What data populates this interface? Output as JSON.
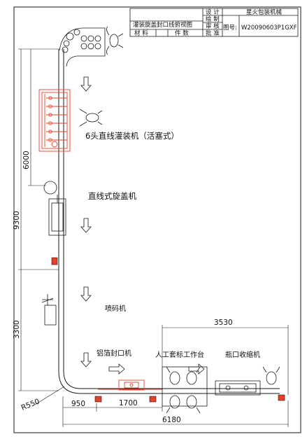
{
  "title_block": {
    "drawing_title": "灌装旋盖封口线俯视图",
    "material_label": "材 料",
    "pieces_label": "件 数",
    "design_label": "设 计",
    "draft_label": "绘 制",
    "review_label": "审 核",
    "approve_label": "批 准",
    "company": "星火包装机械",
    "drawing_no_label": "图号:",
    "drawing_no": "W20090603P1GXF"
  },
  "labels": {
    "filler": "6头直线灌装机（活塞式）",
    "capper": "直线式旋盖机",
    "coder": "喷码机",
    "sealer": "铝箔封口机",
    "labeling": "人工套标工作台",
    "shrink": "瓶口收缩机"
  },
  "dimensions": {
    "d6000": "6000",
    "d9300": "9300",
    "d3300": "3300",
    "d3530": "3530",
    "d950": "950",
    "d1700": "1700",
    "d6180": "6180",
    "r550": "R550"
  },
  "colors": {
    "line": "#1a1a1a",
    "accent": "#e8402a"
  }
}
